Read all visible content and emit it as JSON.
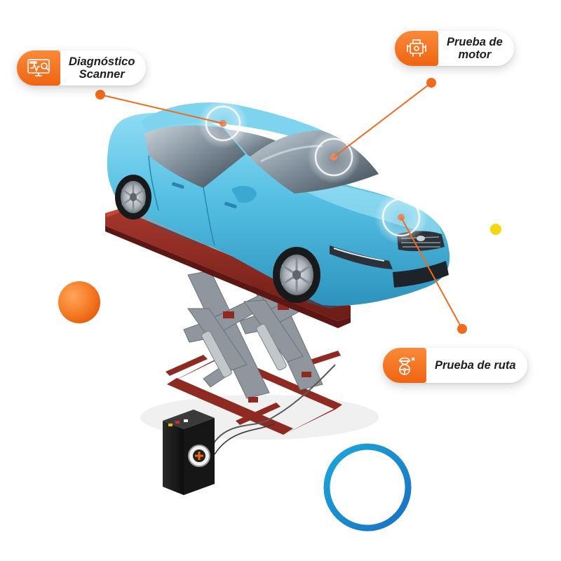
{
  "callouts": {
    "scanner": {
      "line1": "Diagnóstico",
      "line2": "Scanner",
      "icon": "diagnostic-monitor-icon"
    },
    "motor": {
      "line1": "Prueba de",
      "line2": "motor",
      "icon": "engine-icon"
    },
    "ruta": {
      "line1": "Prueba de ruta",
      "icon": "driver-steering-wheel-icon"
    }
  },
  "colors": {
    "accent": "#f26b1d",
    "car_body": "#5cc3e6",
    "lift_frame": "#8e2a22",
    "ring": "#1b8fd1",
    "dot_yellow": "#f5d70f"
  }
}
